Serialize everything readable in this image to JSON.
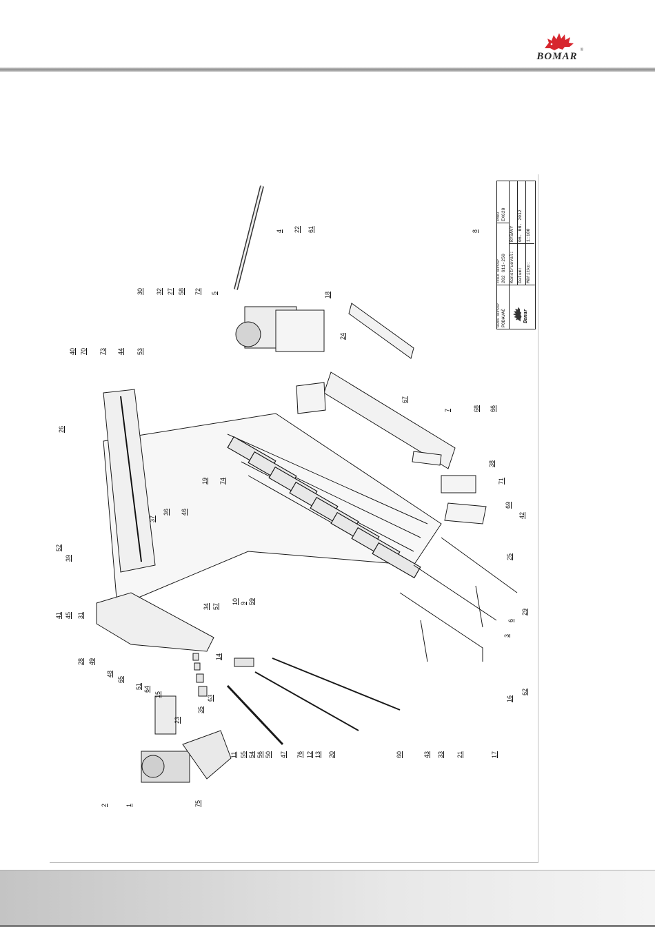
{
  "header": {
    "logo_text": "BOMAR",
    "logo_registered": "®",
    "brand_color": "#d7262e"
  },
  "title_block": {
    "name_label": "NÁZEV SESTAVY",
    "name_value": "PODAVAČ",
    "code_label": "ČÍSLO SESTAVY",
    "code_value": "202 611-250",
    "machine_label": "STROJ",
    "machine_value": "EX620",
    "designer_label": "Konstruoval:",
    "designer_value": "RYSAVY",
    "date_label": "Datum:",
    "date_value": "06. 08. 2012",
    "scale_label": "Měřítko:",
    "scale_value": "1:100",
    "mini_logo_text": "Bomar"
  },
  "callouts": [
    "1",
    "2",
    "3",
    "4",
    "5",
    "6",
    "7",
    "8",
    "9",
    "10",
    "11",
    "12",
    "13",
    "14",
    "15",
    "16",
    "17",
    "18",
    "19",
    "20",
    "21",
    "22",
    "23",
    "24",
    "25",
    "26",
    "27",
    "28",
    "29",
    "30",
    "31",
    "32",
    "33",
    "34",
    "35",
    "36",
    "37",
    "38",
    "39",
    "40",
    "41",
    "42",
    "43",
    "44",
    "45",
    "46",
    "47",
    "48",
    "49",
    "50",
    "51",
    "52",
    "53",
    "54",
    "55",
    "56",
    "57",
    "58",
    "59",
    "60",
    "61",
    "62",
    "63",
    "64",
    "65",
    "66",
    "67",
    "68",
    "69",
    "70",
    "71",
    "72",
    "73",
    "74",
    "75",
    "76"
  ]
}
